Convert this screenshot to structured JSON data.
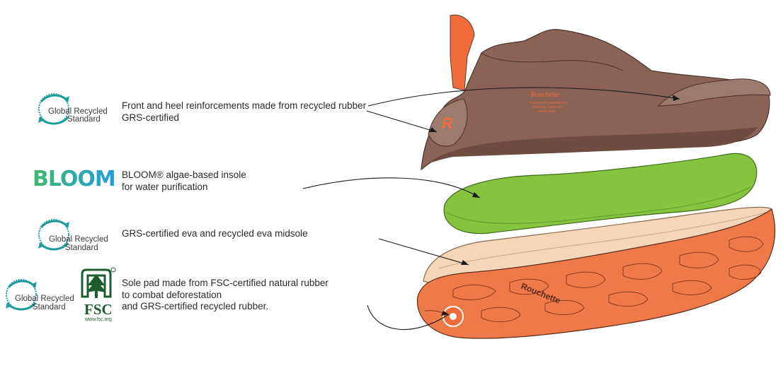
{
  "grs_logo": {
    "line1": "Global Recycled",
    "line2": "Standard",
    "teal": "#1a9c9c"
  },
  "bloom_logo": {
    "text": "BLOOM"
  },
  "fsc_logo": {
    "letters": "FSC",
    "url": "www.fsc.org",
    "green": "#1d5c2c"
  },
  "callouts": [
    {
      "line1": "Front and heel reinforcements made from recycled rubber",
      "line2": "GRS-certified",
      "line3": ""
    },
    {
      "line1": "BLOOM® algae-based insole",
      "line2": "for water purification",
      "line3": ""
    },
    {
      "line1": "GRS-certified eva and recycled eva midsole",
      "line2": "",
      "line3": ""
    },
    {
      "line1": "Sole pad made from FSC-certified natural rubber",
      "line2": "to combat deforestation",
      "line3": "and GRS-certified recycled rubber."
    }
  ],
  "shoe": {
    "upper_brand": "Rouchette",
    "upper_sub1": "OUTDOOR EXPERIENCE",
    "upper_sub2": "OPTIMAL COMFORT",
    "upper_sub3": "SINCE 1990",
    "heel_letter": "R",
    "outsole_brand": "Rouchette",
    "colors": {
      "upper": "#8a6356",
      "upper_dark": "#6e4c42",
      "insole": "#86c440",
      "midsole": "#f3d7b8",
      "outsole": "#ee7a4a",
      "accent": "#f26b3a"
    }
  }
}
